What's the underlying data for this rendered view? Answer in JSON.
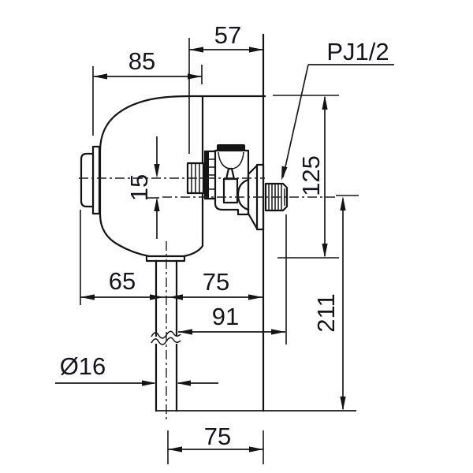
{
  "drawing_colors": {
    "line": "#141414",
    "text": "#15151b",
    "background": "#ffffff"
  },
  "labels": {
    "depth_57": "57",
    "body_width_85": "85",
    "thread_spec": "PJ1/2",
    "axis_offset_15": "15",
    "inlet_height_125": "125",
    "left_to_axis_65": "65",
    "axis_to_wall_75": "75",
    "axis_to_thread_end_91": "91",
    "axis_to_pipe_end_211": "211",
    "pipe_diameter": "Ø16",
    "bottom_axis_to_wall_75": "75"
  }
}
